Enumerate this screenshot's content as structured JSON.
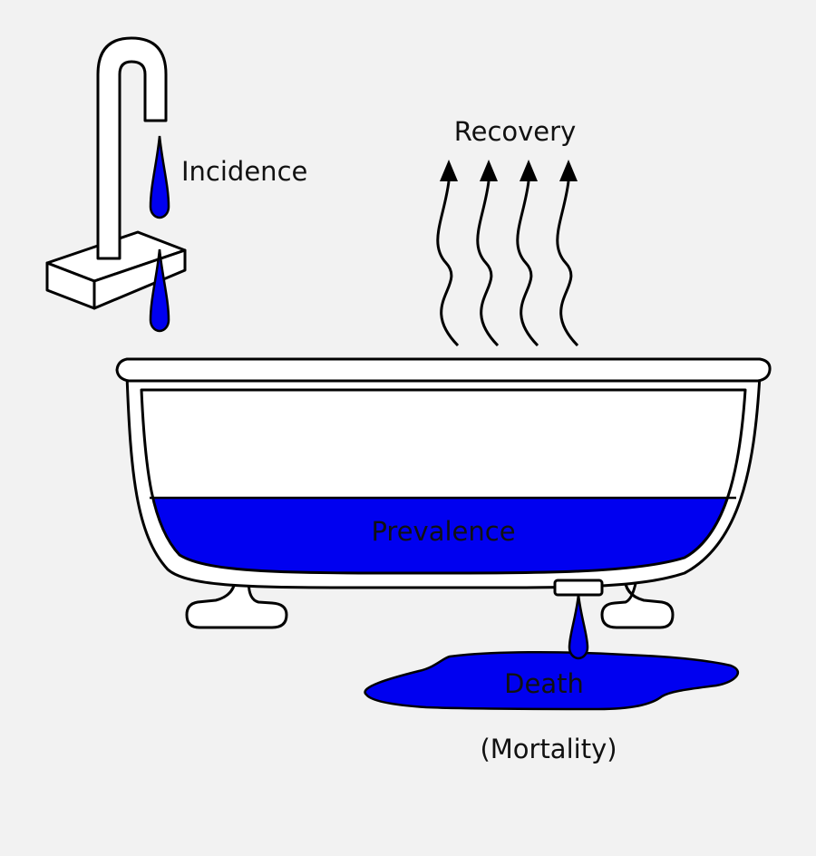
{
  "labels": {
    "incidence": "Incidence",
    "recovery": "Recovery",
    "prevalence": "Prevalence",
    "death": "Death",
    "mortality": "(Mortality)"
  },
  "colors": {
    "background": "#f2f2f2",
    "water": "#0000f0",
    "outline": "#000000",
    "fill": "#ffffff"
  }
}
